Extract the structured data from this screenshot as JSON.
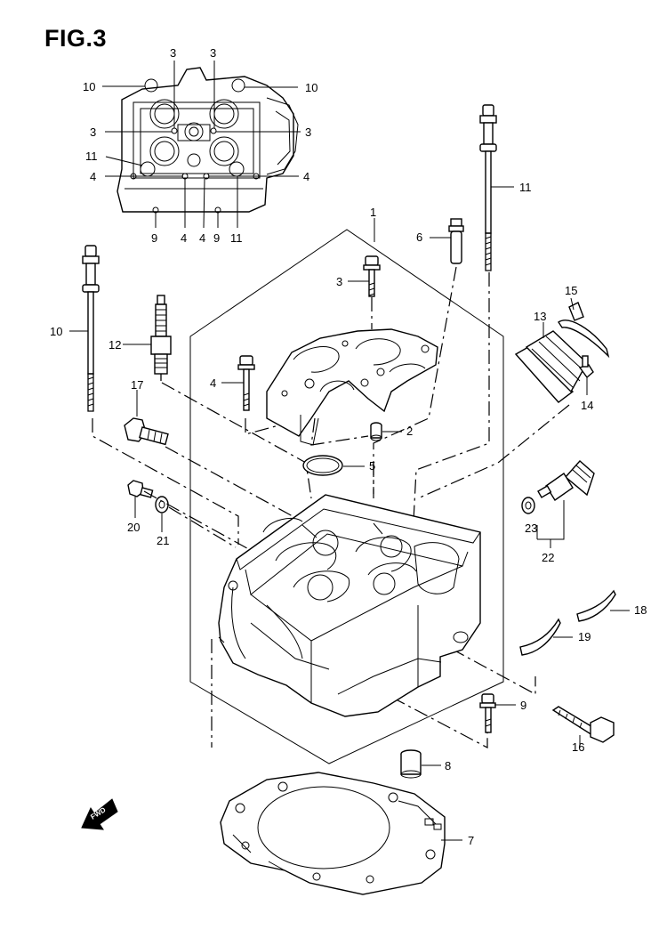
{
  "figure": {
    "title": "FIG.3"
  },
  "inset_callouts": {
    "a": "10",
    "b": "3",
    "c": "3",
    "d": "10",
    "e": "3",
    "f": "3",
    "g": "11",
    "h": "4",
    "i": "4",
    "j": "9",
    "k": "4",
    "l": "4",
    "m": "9",
    "n": "11"
  },
  "callouts": {
    "p1": "1",
    "p2": "2",
    "p3": "3",
    "p4": "4",
    "p5": "5",
    "p6": "6",
    "p7": "7",
    "p8": "8",
    "p9": "9",
    "p10": "10",
    "p11": "11",
    "p12": "12",
    "p13": "13",
    "p14": "14",
    "p15": "15",
    "p16": "16",
    "p17": "17",
    "p18": "18",
    "p19": "19",
    "p20": "20",
    "p21": "21",
    "p22": "22",
    "p23": "23"
  },
  "fwd_label": "FWD"
}
